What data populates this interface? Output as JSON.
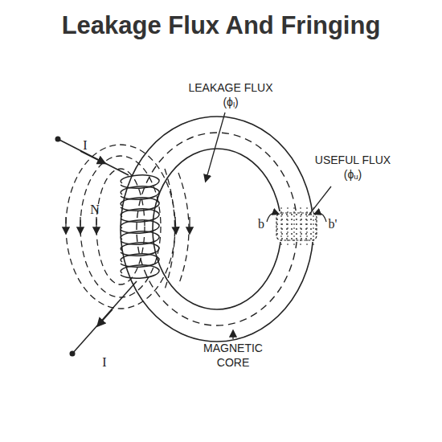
{
  "diagram": {
    "title": "Leakage Flux And Fringing",
    "labels": [
      "LEAKAGE FLUX (ϕₗ)",
      "USEFUL FLUX (ϕᵤ)",
      "I",
      "N",
      "I",
      "b",
      "b'",
      "MAGNETIC CORE"
    ]
  }
}
